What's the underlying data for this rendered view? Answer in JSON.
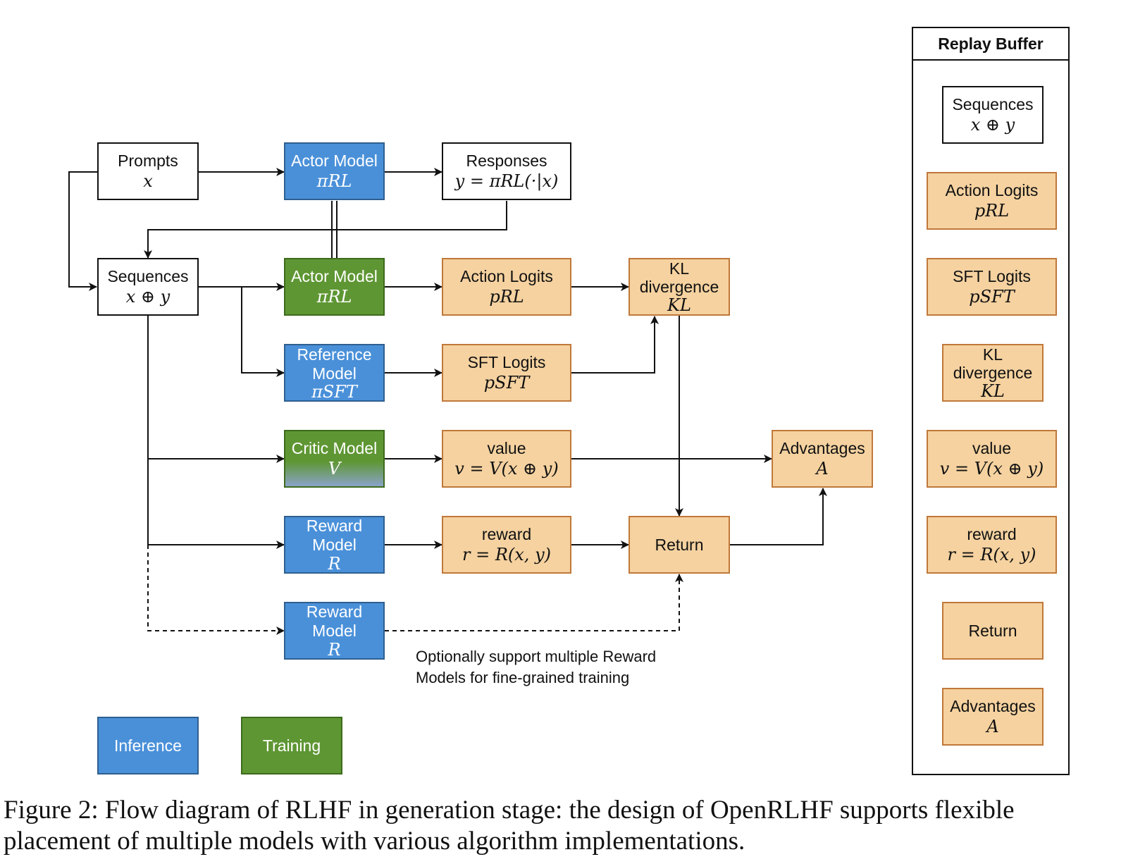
{
  "nodes": {
    "prompts": {
      "label": "Prompts",
      "math": "x"
    },
    "actor_top": {
      "label": "Actor Model",
      "math": "πRL"
    },
    "responses": {
      "label": "Responses",
      "math": "y = πRL(·|x)"
    },
    "sequences": {
      "label": "Sequences",
      "math": "x ⊕ y"
    },
    "actor_train": {
      "label": "Actor Model",
      "math": "πRL"
    },
    "action_logits": {
      "label": "Action Logits",
      "math": "pRL"
    },
    "kl": {
      "label1": "KL",
      "label2": "divergence",
      "math": "KL"
    },
    "reference": {
      "label1": "Reference",
      "label2": "Model",
      "math": "πSFT"
    },
    "sft_logits": {
      "label": "SFT Logits",
      "math": "pSFT"
    },
    "critic": {
      "label": "Critic Model",
      "math": "V"
    },
    "value": {
      "label": "value",
      "math": "v = V(x ⊕ y)"
    },
    "advantages": {
      "label": "Advantages",
      "math": "A"
    },
    "reward1": {
      "label1": "Reward",
      "label2": "Model",
      "math": "R"
    },
    "reward_out": {
      "label": "reward",
      "math": "r = R(x, y)"
    },
    "return": {
      "label": "Return"
    },
    "reward2": {
      "label1": "Reward",
      "label2": "Model",
      "math": "R"
    }
  },
  "note": {
    "line1": "Optionally support multiple Reward",
    "line2": "Models for fine-grained training"
  },
  "legend": {
    "inference": "Inference",
    "training": "Training"
  },
  "buffer": {
    "title": "Replay Buffer",
    "sequences": {
      "label": "Sequences",
      "math": "x ⊕ y"
    },
    "action_logits": {
      "label": "Action Logits",
      "math": "pRL"
    },
    "sft_logits": {
      "label": "SFT Logits",
      "math": "pSFT"
    },
    "kl": {
      "label1": "KL",
      "label2": "divergence",
      "math": "KL"
    },
    "value": {
      "label": "value",
      "math": "v = V(x ⊕ y)"
    },
    "reward": {
      "label": "reward",
      "math": "r = R(x, y)"
    },
    "return": {
      "label": "Return"
    },
    "advantages": {
      "label": "Advantages",
      "math": "A"
    }
  },
  "caption": {
    "line1": "Figure 2: Flow diagram of RLHF in generation stage: the design of OpenRLHF supports flexible",
    "line2": "placement of multiple models with various algorithm implementations."
  },
  "colors": {
    "inference": "#4a90d9",
    "training": "#5e9633",
    "output": "#f5d2a0",
    "output_border": "#c0783a"
  }
}
